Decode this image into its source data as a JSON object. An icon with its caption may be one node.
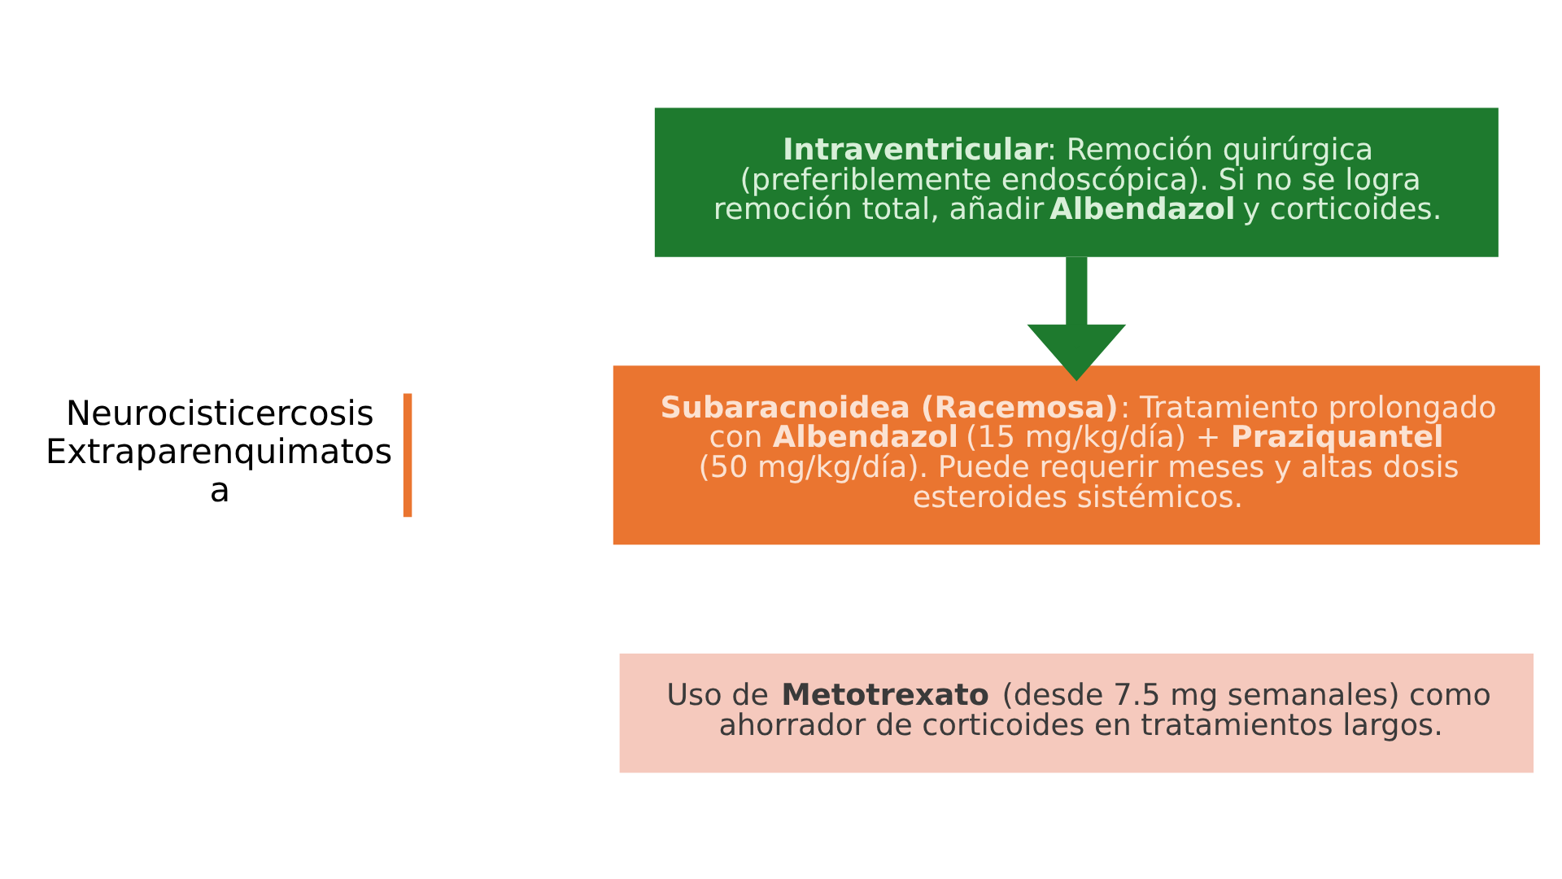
{
  "diagram": {
    "nodes": [
      {
        "text": [
          "**Intraventricular**: Remoción quirúrgica (preferiblemente endoscópica). Si no se logra remoción total, añadir **Albendazol** y corticoides."
        ]
      },
      {
        "text": [
          "**Subaracnoidea (Racemosa)**: Tratamiento prolongado con **Albendazol** (15 mg/kg/día) + **Praziquantel** (50 mg/kg/día). Puede requerir meses y altas dosis esteroides sistémicos."
        ]
      },
      {
        "text": [
          "Uso de **Metotrexato** (desde 7.5 mg semanales) como ahorrador de corticoides en tratamientos largos."
        ]
      }
    ],
    "edges": [
      {
        "from": 0,
        "to": 1,
        "arrow": "to"
      }
    ],
    "labels": [
      "Neurocisticercosis Extraparenquimatosa"
    ]
  }
}
